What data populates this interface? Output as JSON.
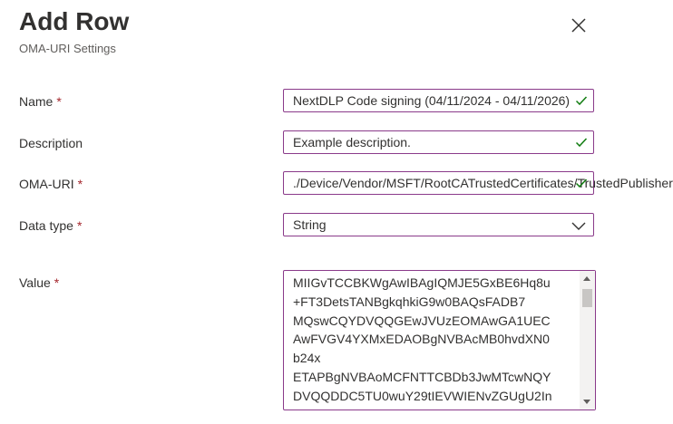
{
  "panel": {
    "title": "Add Row",
    "subtitle": "OMA-URI Settings"
  },
  "required_mark": "*",
  "fields": {
    "name": {
      "label": "Name",
      "value": "NextDLP Code signing (04/11/2024 - 04/11/2026)"
    },
    "description": {
      "label": "Description",
      "value": "Example description."
    },
    "oma_uri": {
      "label": "OMA-URI",
      "value": "./Device/Vendor/MSFT/RootCATrustedCertificates/TrustedPublisher"
    },
    "data_type": {
      "label": "Data type",
      "value": "String"
    },
    "value": {
      "label": "Value",
      "lines": [
        "MIIGvTCCBKWgAwIBAgIQMJE5GxBE6Hq8u",
        "+FT3DetsTANBgkqhkiG9w0BAQsFADB7",
        "MQswCQYDVQQGEwJVUzEOMAwGA1UEC",
        "AwFVGV4YXMxEDAOBgNVBAcMB0hvdXN0",
        "b24x",
        "ETAPBgNVBAoMCFNTTCBDb3JwMTcwNQY",
        "DVQQDDC5TU0wuY29tIEVWIENvZGUgU2In"
      ]
    }
  },
  "colors": {
    "border": "#8a3a8a",
    "check": "#107c10",
    "required": "#a4262c"
  },
  "icons": {
    "close": "close-icon",
    "valid": "checkmark-icon",
    "dropdown": "chevron-down-icon"
  }
}
